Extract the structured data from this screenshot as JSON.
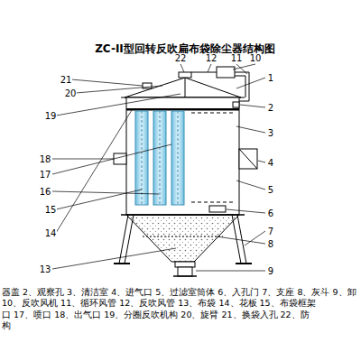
{
  "diagram": {
    "title": "ZC-II型回转反吹扁布袋除尘器结构图",
    "labels": [
      "1",
      "2",
      "3",
      "4",
      "5",
      "6",
      "7",
      "8",
      "9",
      "10",
      "11",
      "12",
      "13",
      "14",
      "15",
      "16",
      "17",
      "18",
      "19",
      "20",
      "21",
      "22",
      "器盖 2、观察孔 3、清洁室 4、进气口 5、过滤室筒体 6、入孔门 7、支座 8、灰斗 9、卸",
      "10、反吹风机 11、循环风管 12、反吹风管 13、布袋 14、花板 15、布袋框架",
      "口 17、喷口 18、出气口 19、分圈反吹机构 20、旋臂 21、换袋入孔 22、防",
      "构"
    ]
  }
}
